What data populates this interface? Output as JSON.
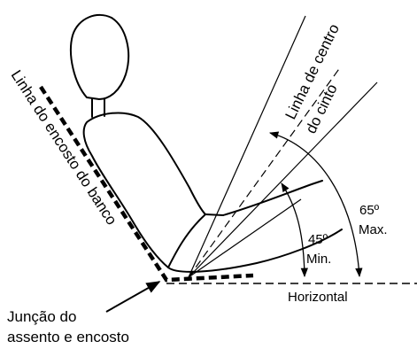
{
  "labels": {
    "seat_back_line": "Linha do encosto do banco",
    "belt_center_line_1": "Linha de centro",
    "belt_center_line_2": "do cinto",
    "angle_min_value": "45º",
    "angle_min_label": "Min.",
    "angle_max_value": "65º",
    "angle_max_label": "Max.",
    "horizontal": "Horizontal",
    "junction_line_1": "Junção do",
    "junction_line_2": "assento e encosto"
  },
  "angles": {
    "min_degrees": 45,
    "max_degrees": 65
  },
  "colors": {
    "line": "#000000",
    "background": "#ffffff"
  }
}
